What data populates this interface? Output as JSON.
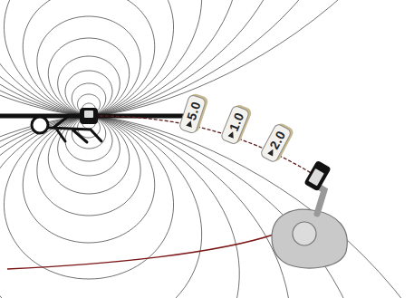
{
  "diagram": {
    "nodes": [
      {
        "text": [
          "5.0"
        ]
      },
      {
        "text": [
          "1.0"
        ]
      },
      {
        "text": [
          "2.0"
        ]
      }
    ]
  }
}
